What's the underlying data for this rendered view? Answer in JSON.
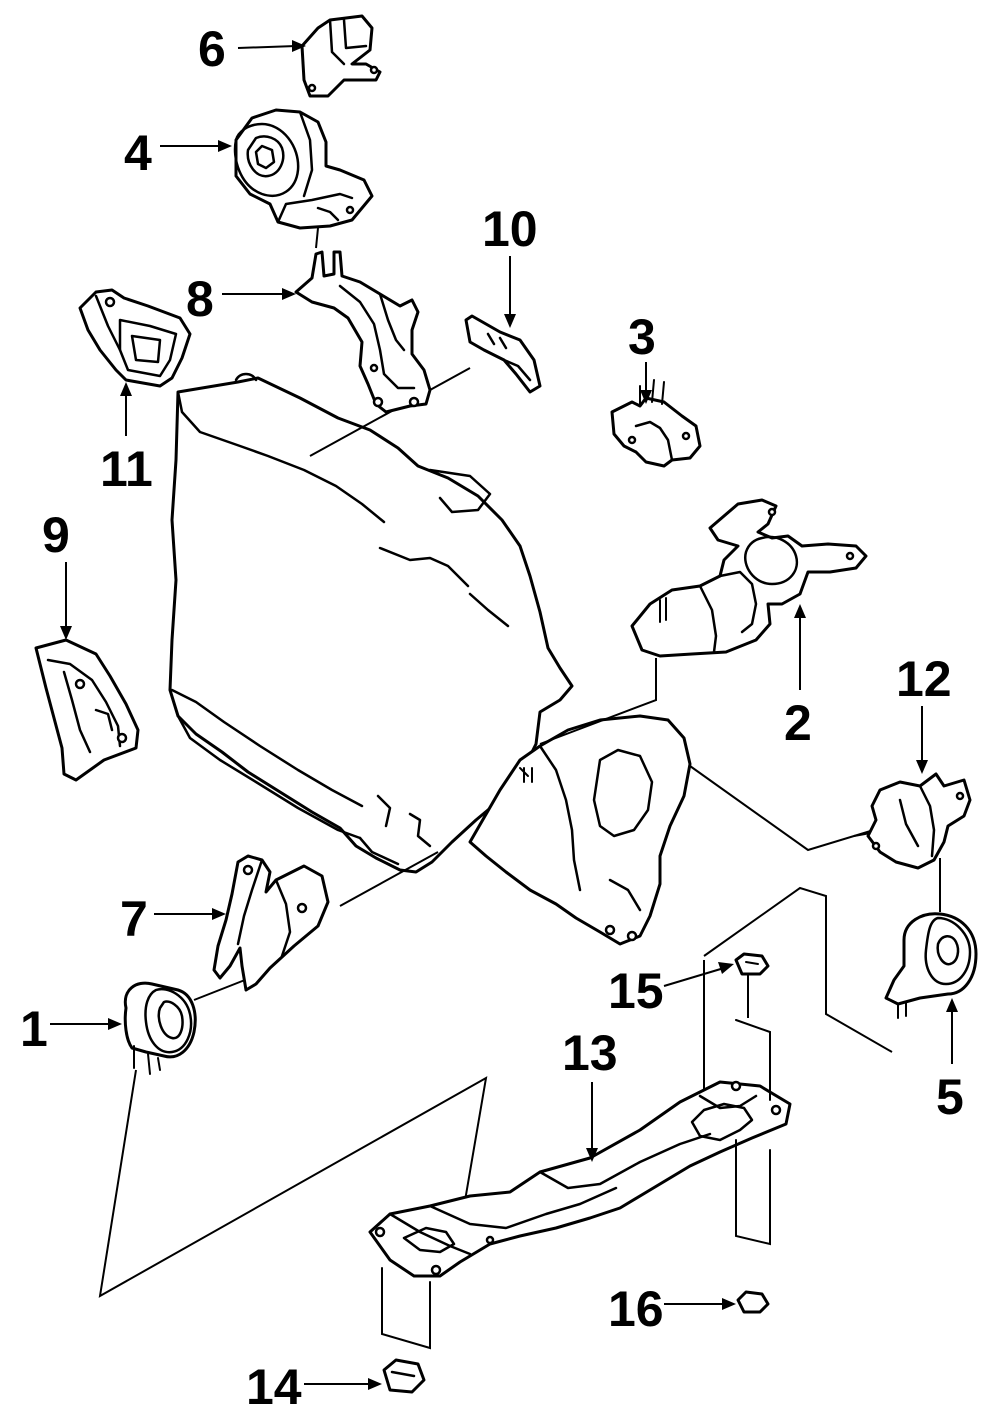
{
  "diagram": {
    "callouts": [
      {
        "id": "1",
        "label": "1",
        "part": "engine-mount-front-left"
      },
      {
        "id": "2",
        "label": "2",
        "part": "engine-mount-right"
      },
      {
        "id": "3",
        "label": "3",
        "part": "mount-bracket-right"
      },
      {
        "id": "4",
        "label": "4",
        "part": "upper-torque-mount"
      },
      {
        "id": "5",
        "label": "5",
        "part": "transmission-mount-rear"
      },
      {
        "id": "6",
        "label": "6",
        "part": "upper-mount-bracket"
      },
      {
        "id": "7",
        "label": "7",
        "part": "front-engine-bracket"
      },
      {
        "id": "8",
        "label": "8",
        "part": "engine-side-bracket"
      },
      {
        "id": "9",
        "label": "9",
        "part": "left-side-bracket"
      },
      {
        "id": "10",
        "label": "10",
        "part": "small-support-bracket"
      },
      {
        "id": "11",
        "label": "11",
        "part": "upper-left-bracket"
      },
      {
        "id": "12",
        "label": "12",
        "part": "transmission-bracket"
      },
      {
        "id": "13",
        "label": "13",
        "part": "crossmember"
      },
      {
        "id": "14",
        "label": "14",
        "part": "crossmember-bolt"
      },
      {
        "id": "15",
        "label": "15",
        "part": "crossmember-bolt-upper"
      },
      {
        "id": "16",
        "label": "16",
        "part": "crossmember-nut"
      }
    ],
    "colors": {
      "ink": "#000000",
      "paper": "#ffffff"
    }
  }
}
